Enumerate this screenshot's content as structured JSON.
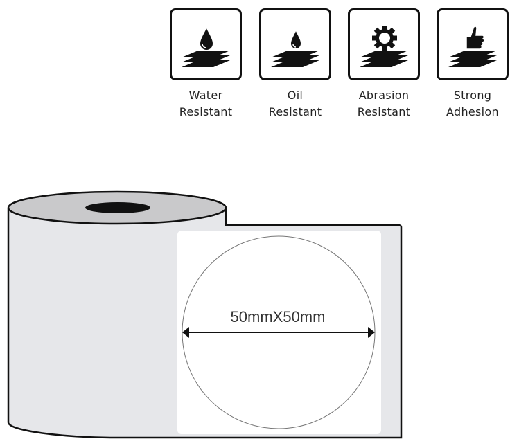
{
  "features": [
    {
      "icon": "water-drop-icon",
      "line1": "Water",
      "line2": "Resistant"
    },
    {
      "icon": "oil-drop-icon",
      "line1": "Oil",
      "line2": "Resistant"
    },
    {
      "icon": "gear-icon",
      "line1": "Abrasion",
      "line2": "Resistant"
    },
    {
      "icon": "thumbs-up-icon",
      "line1": "Strong",
      "line2": "Adhesion"
    }
  ],
  "label": {
    "size_text": "50mmX50mm"
  },
  "colors": {
    "roll_fill": "#e6e7ea",
    "roll_top": "#c9c9cb",
    "outline": "#111111"
  }
}
